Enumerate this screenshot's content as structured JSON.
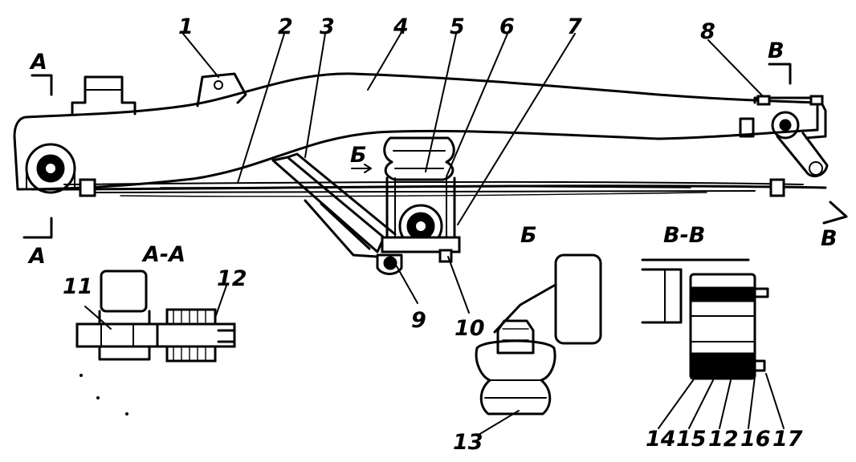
{
  "callouts": [
    "1",
    "2",
    "3",
    "4",
    "5",
    "6",
    "7",
    "8",
    "9",
    "10",
    "11",
    "12",
    "13",
    "14",
    "15",
    "16",
    "17"
  ],
  "section_marks": {
    "a_left_top": "А",
    "a_left_bottom": "А",
    "b_arrow": "Б",
    "v_right_top": "В",
    "v_right_bottom": "В"
  },
  "view_titles": {
    "section_a": "А-А",
    "view_b": "Б",
    "section_v": "В-В"
  }
}
